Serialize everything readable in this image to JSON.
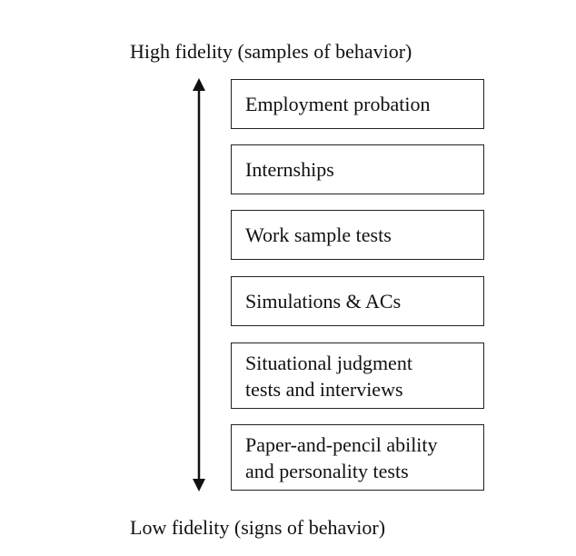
{
  "top_label": "High fidelity (samples of behavior)",
  "bottom_label": "Low fidelity (signs of behavior)",
  "boxes": [
    {
      "lines": [
        "Employment probation"
      ]
    },
    {
      "lines": [
        "Internships"
      ]
    },
    {
      "lines": [
        "Work sample tests"
      ]
    },
    {
      "lines": [
        "Simulations & ACs"
      ]
    },
    {
      "lines": [
        "Situational judgment",
        "tests and interviews"
      ]
    },
    {
      "lines": [
        "Paper-and-pencil ability",
        "and personality tests"
      ]
    }
  ],
  "colors": {
    "line": "#222222",
    "text": "#111111",
    "background": "#ffffff"
  }
}
